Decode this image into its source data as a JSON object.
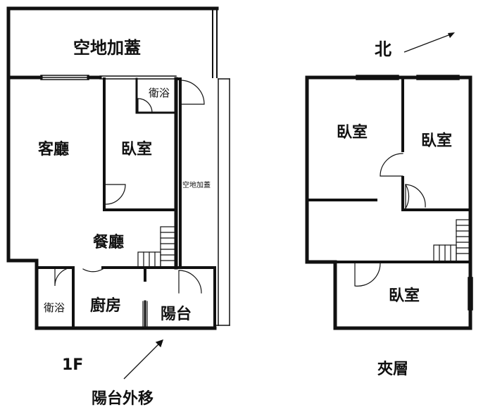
{
  "floor1": {
    "caption": "1F",
    "rooms": {
      "open_space_top": "空地加蓋",
      "open_space_side": "空地加蓋",
      "living_room": "客廳",
      "bedroom": "臥室",
      "bathroom_upper": "衛浴",
      "dining_room": "餐廳",
      "bathroom_lower": "衛浴",
      "kitchen": "廚房",
      "balcony": "陽台"
    },
    "annotation": "陽台外移"
  },
  "mezzanine": {
    "caption": "夾層",
    "rooms": {
      "bedroom_a": "臥室",
      "bedroom_b": "臥室",
      "bedroom_c": "臥室"
    }
  },
  "compass": {
    "label": "北"
  }
}
